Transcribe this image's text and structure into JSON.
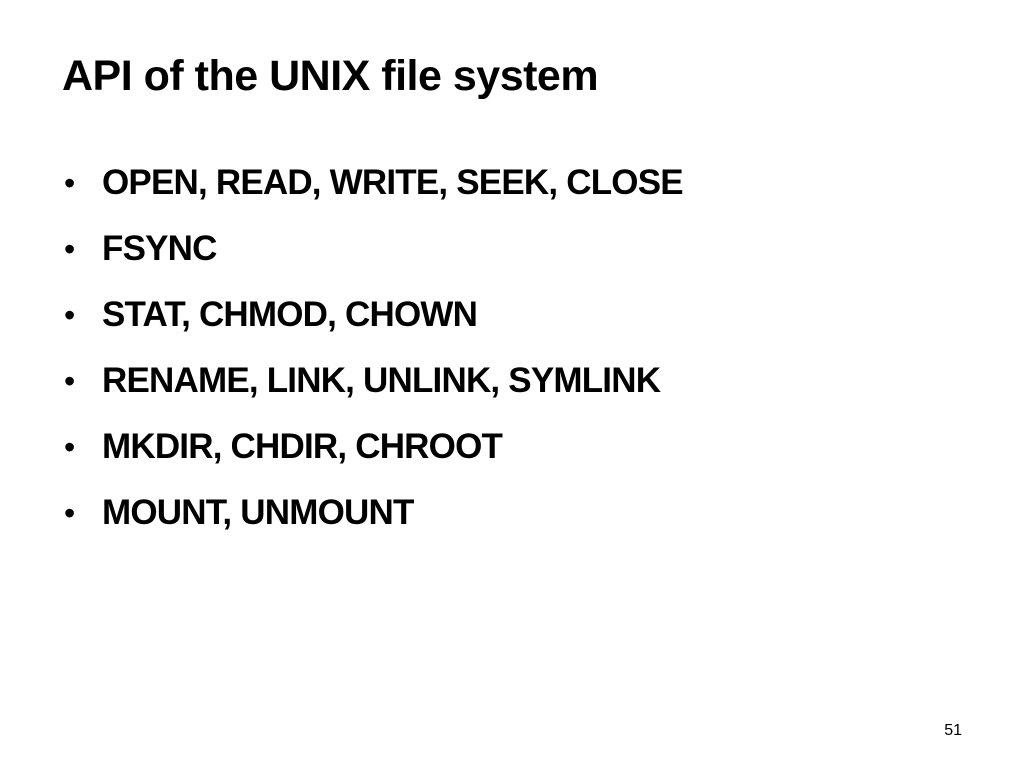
{
  "slide": {
    "title": "API of the UNIX file system",
    "bullet_glyph": "•",
    "bullets": [
      "OPEN, READ, WRITE, SEEK, CLOSE",
      "FSYNC",
      "STAT, CHMOD, CHOWN",
      "RENAME, LINK, UNLINK, SYMLINK",
      "MKDIR, CHDIR, CHROOT",
      "MOUNT, UNMOUNT"
    ],
    "page_number": "51"
  }
}
